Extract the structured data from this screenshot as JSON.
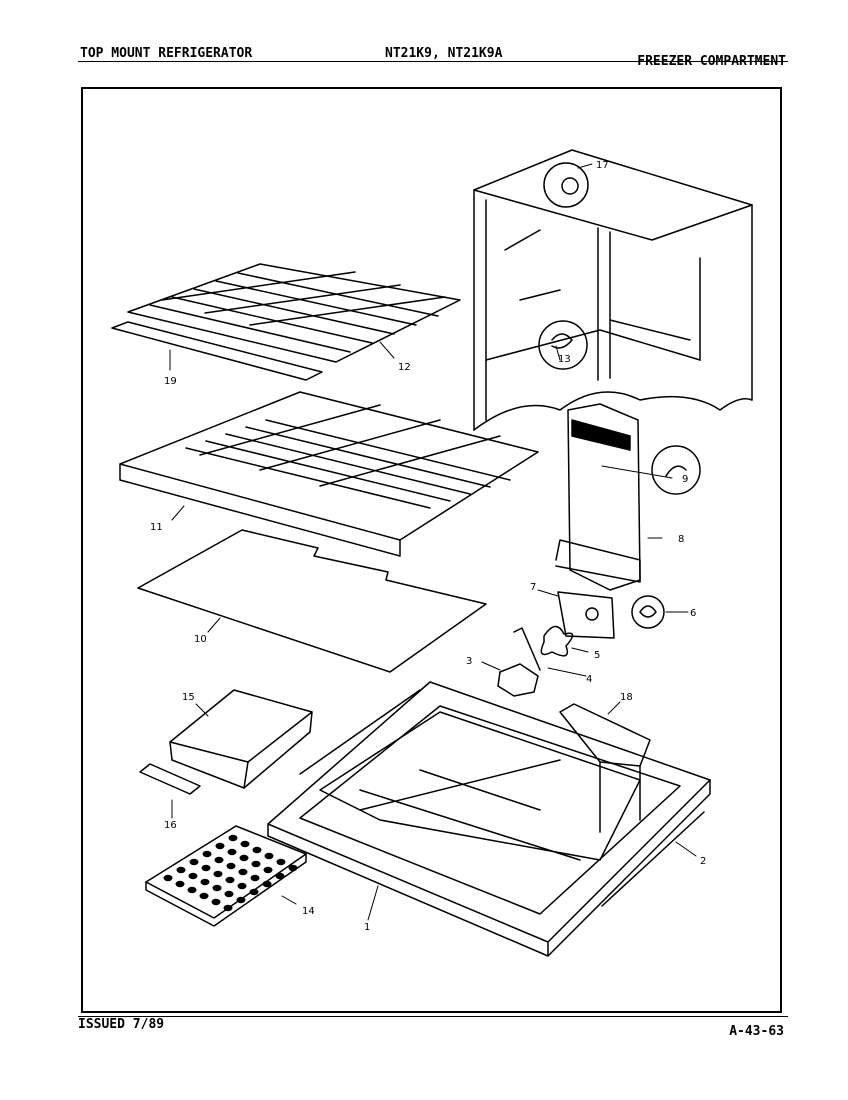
{
  "header": {
    "left": "TOP MOUNT REFRIGERATOR",
    "center": "NT21K9, NT21K9A",
    "right": "FREEZER COMPARTMENT"
  },
  "footer": {
    "left": "ISSUED 7/89",
    "right": "A-43-63"
  },
  "callouts": {
    "c1": "1",
    "c2": "2",
    "c3": "3",
    "c4": "4",
    "c5": "5",
    "c6": "6",
    "c7": "7",
    "c8": "8",
    "c9": "9",
    "c10": "10",
    "c11": "11",
    "c12": "12",
    "c13": "13",
    "c14": "14",
    "c15": "15",
    "c16": "16",
    "c17": "17",
    "c18": "18",
    "c19": "19"
  }
}
